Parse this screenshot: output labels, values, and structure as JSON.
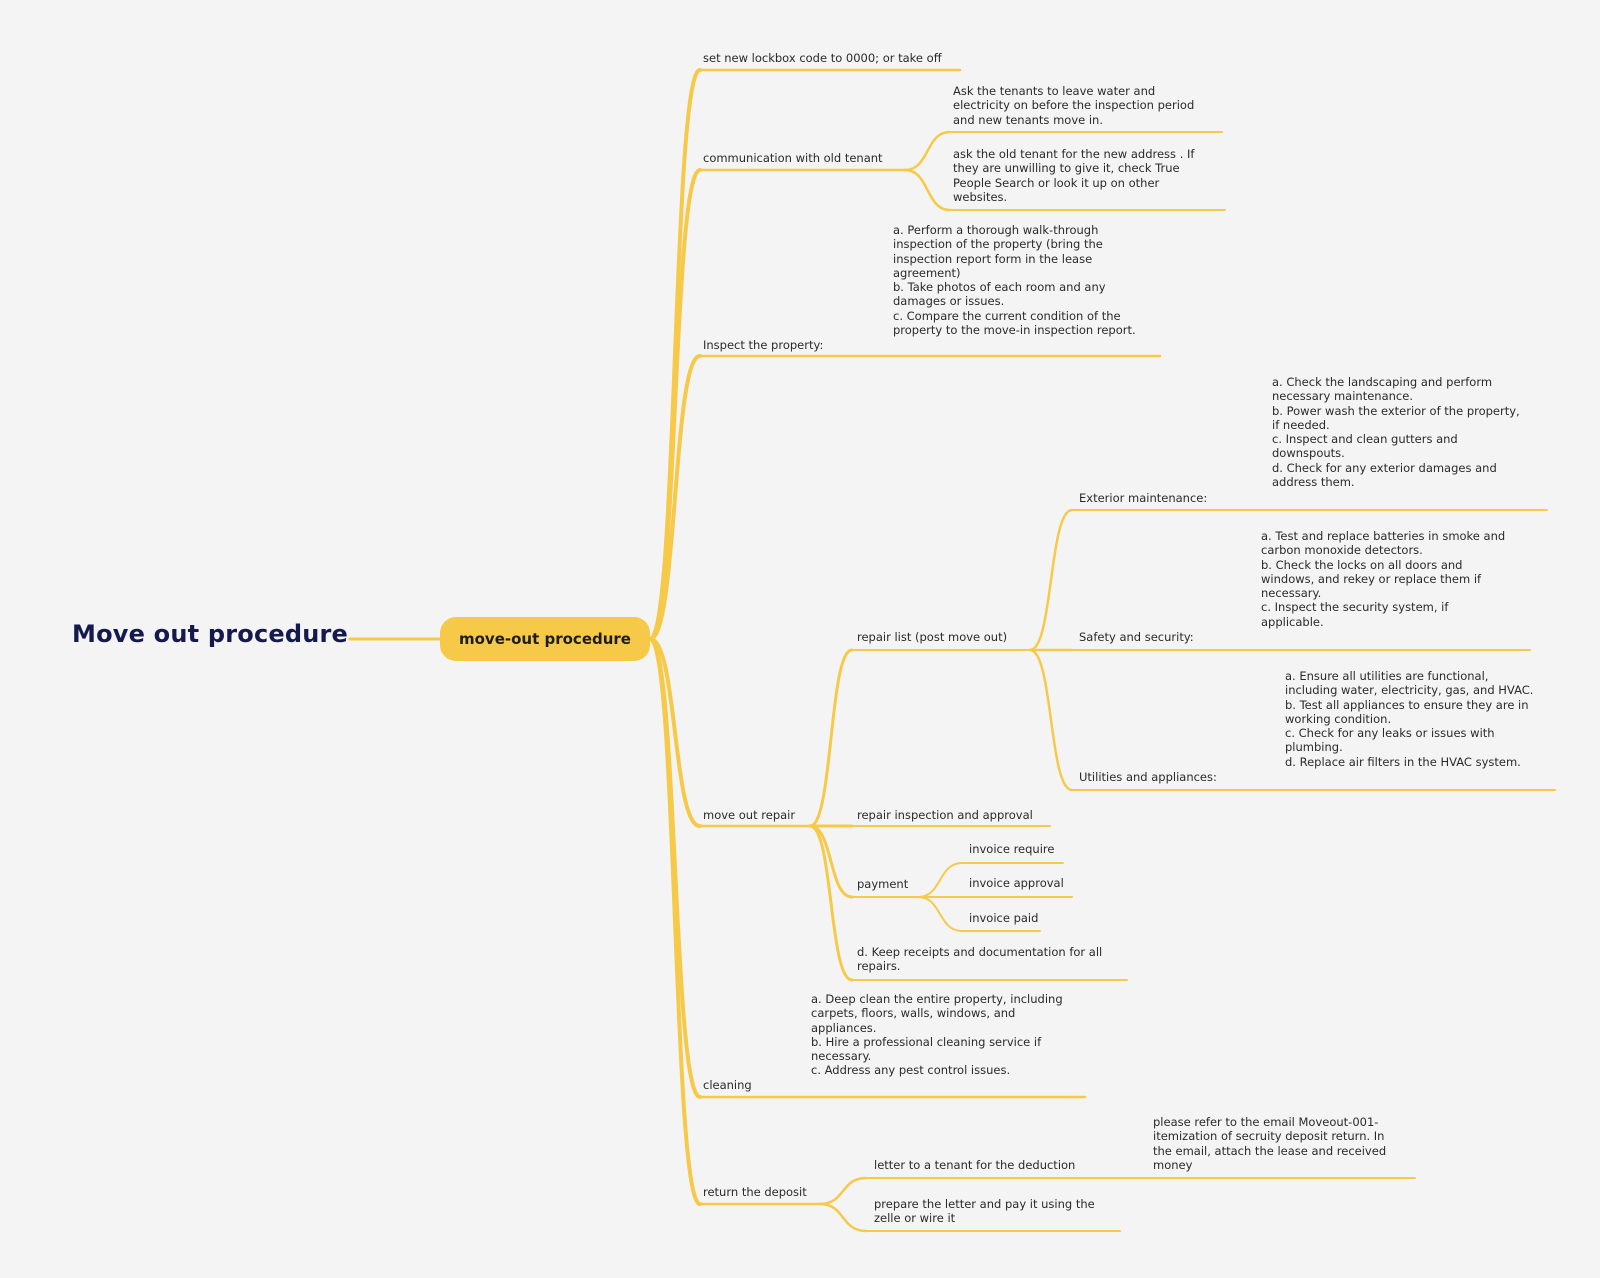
{
  "title": "Move out procedure",
  "root": "move-out  procedure",
  "branches": {
    "lockbox": "set new lockbox code to 0000; or take off",
    "communication": {
      "label": "communication with old tenant",
      "water": "Ask the tenants to leave water and\nelectricity on before the inspection period\nand new tenants move in.",
      "address": " ask the old tenant for the new address . If\nthey are unwilling to give it, check True\nPeople Search or look it up on other\nwebsites."
    },
    "inspect": {
      "label": "Inspect the property:",
      "detail": "a. Perform a thorough walk-through\ninspection of the property (bring the\ninspection report form in the lease\nagreement)\nb. Take photos of each room and any\ndamages or issues.\nc. Compare the current condition of the\nproperty to the move-in inspection report."
    },
    "repair": {
      "label": "move out repair",
      "repair_list": "repair list (post move out)",
      "exterior": {
        "label": "Exterior maintenance:",
        "detail": "a. Check the landscaping and perform\nnecessary maintenance.\nb. Power wash the exterior of the property,\nif needed.\nc. Inspect and clean gutters and\ndownspouts.\nd. Check for any exterior damages and\naddress them."
      },
      "safety": {
        "label": "Safety and security:",
        "detail": "a. Test and replace batteries in smoke and\ncarbon monoxide detectors.\nb. Check the locks on all doors and\nwindows, and rekey or replace them if\nnecessary.\nc. Inspect the security system, if\napplicable."
      },
      "utilities": {
        "label": "Utilities and appliances:",
        "detail": "a. Ensure all utilities are functional,\nincluding water, electricity, gas, and HVAC.\nb. Test all appliances to ensure they are in\nworking condition.\nc. Check for any leaks or issues with\nplumbing.\nd. Replace air filters in the HVAC system."
      },
      "inspection_approval": "repair  inspection and approval",
      "payment": {
        "label": "payment",
        "items": [
          "invoice require",
          "invoice approval",
          "invoice paid"
        ]
      },
      "receipts": "d. Keep receipts and documentation for all\nrepairs."
    },
    "cleaning": {
      "label": "cleaning",
      "detail": "a. Deep clean the entire property, including\ncarpets, floors, walls, windows, and\nappliances.\nb. Hire a professional cleaning service if\nnecessary.\nc. Address any pest control issues."
    },
    "deposit": {
      "label": "return the deposit",
      "letter": "letter to a tenant for the deduction",
      "email": "please refer to the email Moveout-001-\nitemization of secruity deposit return. In\nthe email, attach the lease and received\nmoney",
      "zelle": "prepare the letter and pay it using the\nzelle or wire it"
    }
  },
  "colors": {
    "branch": "#f7c948",
    "title": "#151a4d",
    "background": "#f4f4f4"
  }
}
